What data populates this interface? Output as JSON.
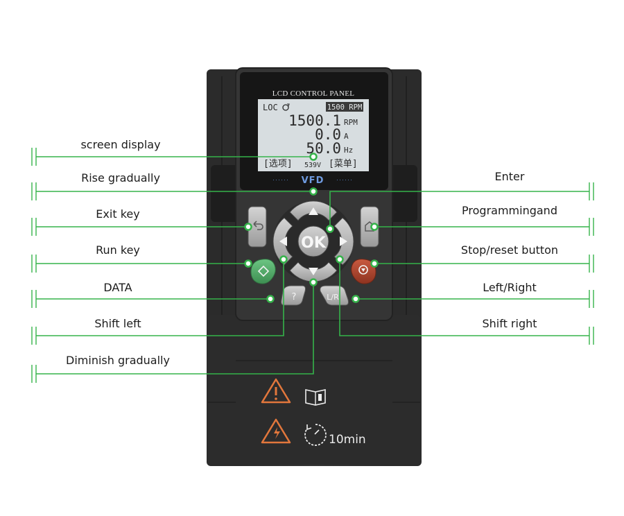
{
  "panel": {
    "lcd": {
      "header": "LCD CONTROL PANEL",
      "mode": "LOC",
      "setpoint": "1500 RPM",
      "readouts": [
        {
          "value": "1500.1",
          "unit": "RPM"
        },
        {
          "value": "0.0",
          "unit": "A"
        },
        {
          "value": "50.0",
          "unit": "Hz"
        }
      ],
      "softkey_left": "[选项]",
      "dc_bus": "539V",
      "softkey_right": "[菜单]"
    },
    "brand": "VFD",
    "keys": {
      "ok": "OK",
      "help": "?",
      "local_remote": "L/R"
    },
    "warning": {
      "countdown": "10min"
    }
  },
  "callouts": {
    "left": [
      "screen display",
      "Rise gradually",
      "Exit key",
      "Run key",
      "DATA",
      "Shift left",
      "Diminish gradually"
    ],
    "right": [
      "Enter",
      "Programmingand",
      "Stop/reset button",
      "Left/Right",
      "Shift right"
    ]
  },
  "colors": {
    "callout_line": "#35b34a",
    "body": "#2e2e2e",
    "keypad": "#3c3c3c",
    "lcd_background": "#d7dde0",
    "run_key": "#4ea965",
    "stop_key": "#b0432c",
    "warning": "#e2773c"
  },
  "icons": [
    "back-arrow-icon",
    "home-icon",
    "run-diamond-icon",
    "stop-circle-icon",
    "warning-triangle-icon",
    "manual-book-icon",
    "electric-shock-icon",
    "countdown-timer-icon",
    "up-arrow-icon",
    "down-arrow-icon",
    "left-arrow-icon",
    "right-arrow-icon",
    "lcd-rotation-icon"
  ]
}
